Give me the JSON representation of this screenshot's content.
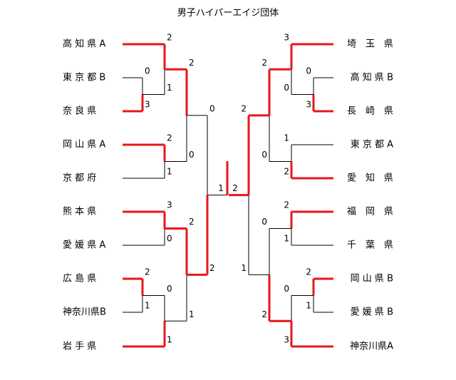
{
  "title": "男子ハイパーエイジ団体",
  "left": {
    "teams": [
      "高 知 県 A",
      "東 京 都 B",
      "奈 良 県",
      "岡 山 県 A",
      "京 都 府",
      "熊 本 県",
      "愛 媛 県 A",
      "広 島 県",
      "神奈川県B",
      "岩 手 県"
    ],
    "r1": [
      {
        "top": "0",
        "bottom": "3",
        "winner": "bottom"
      },
      {
        "top": "2",
        "bottom": "1",
        "winner": "top"
      },
      {
        "top": "3",
        "bottom": "0",
        "winner": "top"
      },
      {
        "top": "2",
        "bottom": "1",
        "winner": "top"
      }
    ],
    "qf": [
      {
        "top": "2",
        "bottom": "1",
        "winner": "top"
      },
      {
        "top": "0",
        "bottom": "1",
        "winner": "bottom"
      }
    ],
    "sf": [
      {
        "top": "2",
        "bottom": "0",
        "winner": "top"
      },
      {
        "top": "2",
        "bottom": "1",
        "winner": "top"
      }
    ],
    "semi": {
      "top": "0",
      "bottom": "2",
      "winner": "bottom"
    },
    "final_score": "1"
  },
  "right": {
    "teams": [
      "埼　玉　県",
      "高 知 県 B",
      "長　崎　県",
      "東 京 都 A",
      "愛　知　県",
      "福　岡　県",
      "千　葉　県",
      "岡 山 県 B",
      "愛 媛 県 B",
      "神奈川県A"
    ],
    "r1": [
      {
        "top": "0",
        "bottom": "3",
        "winner": "bottom"
      },
      {
        "top": "1",
        "bottom": "2",
        "winner": "bottom"
      },
      {
        "top": "2",
        "bottom": "1",
        "winner": "top"
      },
      {
        "top": "2",
        "bottom": "1",
        "winner": "top"
      }
    ],
    "qf": [
      {
        "top": "3",
        "bottom": "0",
        "winner": "top"
      },
      {
        "top": "0",
        "bottom": "3",
        "winner": "bottom"
      }
    ],
    "sf": [
      {
        "top": "2",
        "bottom": "0",
        "winner": "top"
      },
      {
        "top": "0",
        "bottom": "2",
        "winner": "bottom"
      }
    ],
    "semi": {
      "top": "2",
      "bottom": "1",
      "winner": "top"
    },
    "final_score": "2"
  },
  "champion_side": "right",
  "colors": {
    "win": "#e8161b",
    "line": "#000000"
  }
}
